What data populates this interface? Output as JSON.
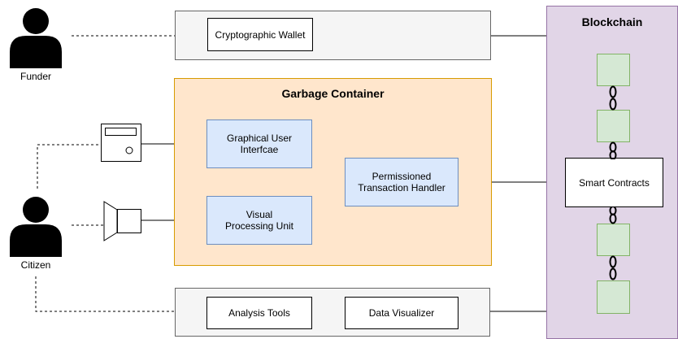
{
  "actors": {
    "funder": "Funder",
    "citizen": "Citizen"
  },
  "wallet_panel": {
    "wallet": "Cryptographic Wallet"
  },
  "garbage_container": {
    "title": "Garbage Container",
    "gui": "Graphical User\nInterfcae",
    "vpu": "Visual\nProcessing Unit",
    "pth": "Permissioned\nTransaction Handler"
  },
  "tools_panel": {
    "analysis": "Analysis Tools",
    "visualizer": "Data Visualizer"
  },
  "blockchain": {
    "title": "Blockchain",
    "smart_contracts": "Smart Contracts"
  },
  "icons": [
    "person-icon",
    "display-device-icon",
    "speaker-icon",
    "chain-link-icon"
  ],
  "colors": {
    "grey_fill": "#f5f5f5",
    "orange_fill": "#ffe6cc",
    "orange_stroke": "#d79b00",
    "purple_fill": "#e1d5e7",
    "purple_stroke": "#9673a6",
    "blue_fill": "#dae8fc",
    "blue_stroke": "#6c8ebf",
    "green_fill": "#d5e8d4",
    "green_stroke": "#82b366"
  }
}
